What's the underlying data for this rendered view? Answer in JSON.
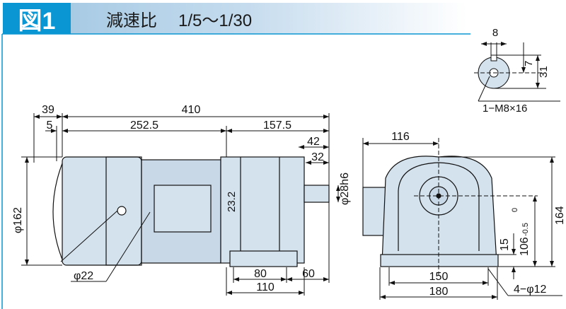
{
  "header": {
    "figure_label": "図1",
    "title": "減速比",
    "ratio": "1/5～1/30"
  },
  "colors": {
    "accent": "#0a96d2",
    "body_fill": "#d4e2ee",
    "outline": "#1a1a1a"
  },
  "key_view": {
    "width": "8",
    "depth": "7",
    "height": "31",
    "tap": "1−M8×16"
  },
  "side_view": {
    "overall": "410",
    "fan_overhang": "39",
    "offset": "5",
    "motor_length": "252.5",
    "gear_length": "157.5",
    "shaft_length": "42",
    "key_length": "32",
    "shaft_dia": "φ28h6",
    "motor_dia": "φ162",
    "terminal": "23.2",
    "conduit": "φ22",
    "foot_80": "80",
    "foot_60": "60",
    "foot_110": "110"
  },
  "end_view": {
    "center_offset": "116",
    "height": "164",
    "shaft_height": "106",
    "tol_upper": "0",
    "tol_lower": "-0.5",
    "foot_thick": "15",
    "hole_pitch": "150",
    "foot_width": "180",
    "holes": "4−φ12"
  }
}
